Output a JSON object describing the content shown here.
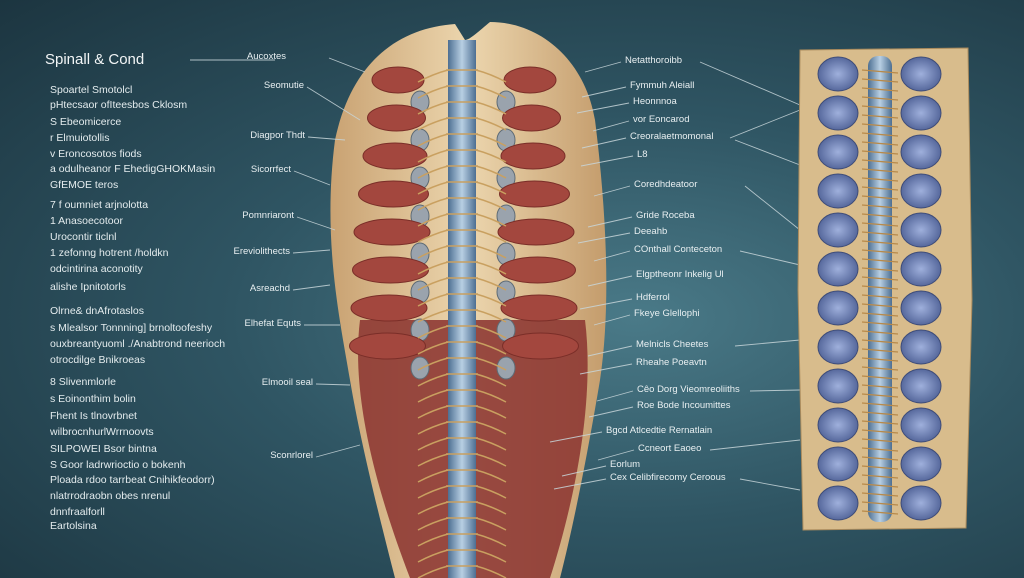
{
  "title": "Spinall & Cond",
  "left_text": [
    "Spoartel Smotolcl",
    "pHtecsaor ofIteesbos Cklosm",
    "S Ebeomicerce",
    "r Elmuiotollis",
    "v Eroncosotos fiods",
    "a odulheanor F EhedigGHOKMasin",
    "GfEMOE teros",
    "7 f oumniet arjnolotta",
    "1 Anasoecotoor",
    "Urocontir ticlnl",
    "1 zefonng hotrent /holdkn",
    "odcintirina aconotity",
    "alishe Ipnitotorls",
    "Olrne& dnAfrotaslos",
    "s Mlealsor Tonnning] brnoltoofeshy",
    "ouxbreantyuoml ./Anabtrond neerioch",
    "otrocdilge Bnikroeas",
    "8 Slivenmlorle",
    "s Eoinonthim bolin",
    "Fhent Is tlnovrbnet",
    "wilbrocnhurlWrrnoovts",
    "SILPOWEI Bsor bintna",
    "S Goor ladrwrioctio o bokenh",
    "Ploada rdoo tarrbeat Cnihikfeodorr)",
    "nlatrrodraobn obes nrenul",
    "dnnfraalforll",
    "Eartolsina"
  ],
  "center_left_labels": [
    "Aucoxtes",
    "Seomutie",
    "Diagpor Thdt",
    "Sicorrfect",
    "Pomnriaront",
    "Ereviolithects",
    "Asreachd",
    "Elhefat Equts",
    "Elmooil seal",
    "Sconrlorel"
  ],
  "center_right_labels": [
    "Netatthoroibb",
    "Fymmuh Aleiall",
    "Heonnnoa",
    "vor Eoncarod",
    "Creoralaetmomonal",
    "L8",
    "Coredhdeatoor",
    "Gride Roceba",
    "Deeahb",
    "COnthall Conteceton",
    "Elgptheonr Inkelig Ul",
    "Hdferrol",
    "Fkeye Glellophi",
    "Melnicls Cheetes",
    "Rheahe Poeavtn",
    "Cêo Dorg Vieomreoliiths",
    "Roe Bode Incoumittes",
    "Bgcd Atlcedtie Rernatlain",
    "Ccneort Eaoeo",
    "Eorlum",
    "Cex Celibfirecomy Ceroous"
  ],
  "colors": {
    "bone": "#d9b98a",
    "muscle": "#a0463c",
    "spine": "#7d9fc0",
    "disc": "#7c8fc0",
    "background": "#2f5563"
  }
}
